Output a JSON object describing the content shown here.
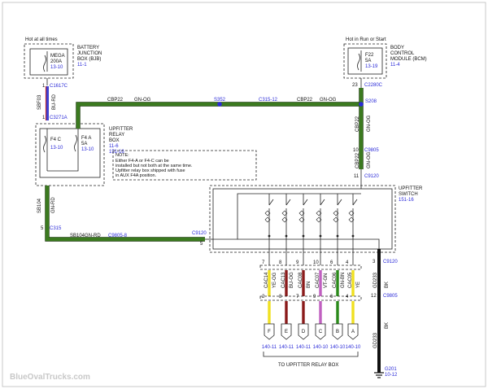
{
  "watermark": "BlueOvalTrucks.com",
  "bjb": {
    "caption": [
      "Hot at all times"
    ],
    "name": [
      "BATTERY",
      "JUNCTION",
      "BOX (BJB)"
    ],
    "page": "11-1",
    "fuse_name": "MEGA",
    "fuse_rating": "200A",
    "fuse_ref": "13-10"
  },
  "bcm": {
    "caption": [
      "Hot in Run or Start"
    ],
    "name": [
      "BODY",
      "CONTROL",
      "MODULE (BCM)"
    ],
    "page": "11-4",
    "fuse_name": "F22",
    "fuse_rating": "5A",
    "fuse_ref": "13-19"
  },
  "relay_box": {
    "name": [
      "UPFITTER",
      "RELAY",
      "BOX"
    ],
    "pages": [
      "11-6",
      "151-16"
    ],
    "fuse_c": "F4 C",
    "fuse_c_ref": "13-10",
    "fuse_a": "F4 A",
    "fuse_a_rating": "5A",
    "fuse_a_ref": "13-10"
  },
  "note": [
    "NOTE:",
    "Either F4-A or F4-C can be",
    "installed but not both at the same time.",
    "Upfitter relay box shipped with fuse",
    "in AUX F4A position."
  ],
  "upfitter_switch": {
    "name": [
      "UPFITTER",
      "SWITCH"
    ],
    "page": "151-16"
  },
  "connectors": {
    "c1617c": "C1617C",
    "c3271a": "C3271A",
    "c315_a": "C315",
    "c315_b": "C315-12",
    "c2280c": "C2280C",
    "s352": "S352",
    "s208": "S208",
    "c9805_top": "C9805",
    "c9120_top": "C9120",
    "c9805_8": "C9805-8",
    "c9120_mid": "C9120",
    "c9120_right": "C9120",
    "c9805_right": "C9805"
  },
  "pins": {
    "c1617c": "1",
    "c3271a": "1",
    "c315": "5",
    "c2280c": "23",
    "c9805_top": "10",
    "c9120_top": "11",
    "c9120_mid": "5",
    "c9120_right": "3",
    "c9805_right": "12"
  },
  "circuits": {
    "sbf03": "SBF03",
    "sbf03_color": "BU-RD",
    "cbp22_left": "CBP22",
    "cbp22_left_color": "GN-OG",
    "cbp22_right": "CBP22",
    "cbp22_right_color": "GN-OG",
    "cbp22_vert": "CBP22",
    "cbp22_vert_color": "GN-OG",
    "cbp22_vert2": "CBP22",
    "cbp22_vert2_color": "GN-OG",
    "sb104_vert": "SB104",
    "sb104_vert_color": "GN-RD",
    "sb104_horiz": "SB104",
    "sb104_horiz_color": "GN-RD",
    "gd233_top": "GD233",
    "gd233_top_color": "BK",
    "gd233_bottom": "GD233",
    "gd233_bottom_color": "BK"
  },
  "switch_outputs": [
    {
      "top_pin": "7",
      "circuit": "CAC14",
      "color_name": "YE-OG",
      "bottom_pin": "2",
      "letter": "F",
      "page": "140-11",
      "color": "#f0e020"
    },
    {
      "top_pin": "8",
      "circuit": "CAC13",
      "color_name": "BU-OG",
      "bottom_pin": "8",
      "letter": "E",
      "page": "140-11",
      "color": "#8a1a1a"
    },
    {
      "top_pin": "9",
      "circuit": "CAC08",
      "color_name": "BN",
      "bottom_pin": "7",
      "letter": "D",
      "page": "140-11",
      "color": "#8a1a1a"
    },
    {
      "top_pin": "10",
      "circuit": "CAC07",
      "color_name": "VT-GN",
      "bottom_pin": "9",
      "letter": "C",
      "page": "140-10",
      "color": "#c060c0"
    },
    {
      "top_pin": "6",
      "circuit": "CAC06",
      "color_name": "GN-BN",
      "bottom_pin": "6",
      "letter": "B",
      "page": "140-10",
      "color": "#2a8a1a"
    },
    {
      "top_pin": "4",
      "circuit": "CAC05",
      "color_name": "YE",
      "bottom_pin": "4",
      "letter": "A",
      "page": "140-10",
      "color": "#f0e020"
    }
  ],
  "to_relay_box": "TO UPFITTER RELAY BOX",
  "ground": {
    "name": "G201",
    "ref": "10-12"
  }
}
